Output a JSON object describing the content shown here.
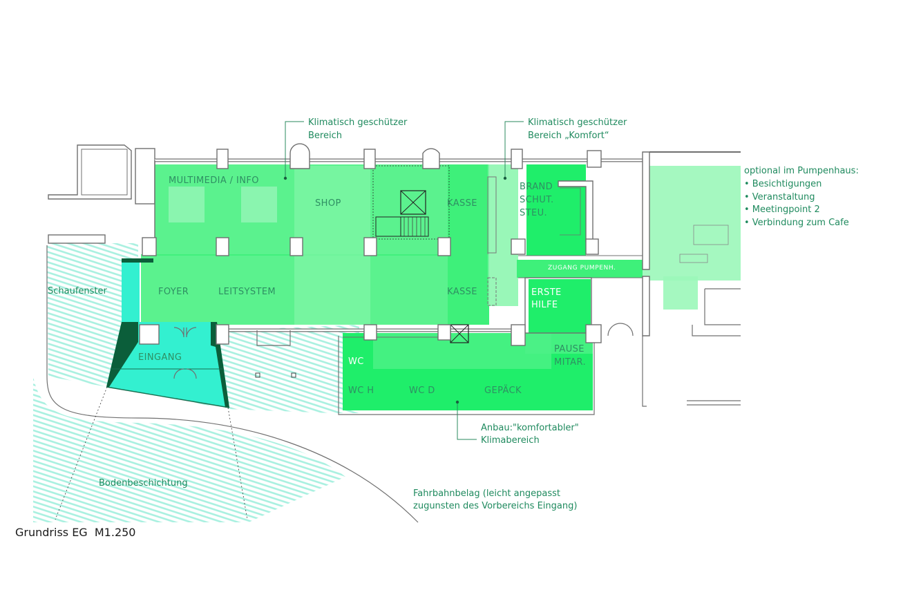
{
  "colors": {
    "climate_zone": "#3ef07a",
    "climate_zone_light": "#7ff5a6",
    "comfort_zone": "#1fee6a",
    "entrance": "#33f0d0",
    "entrance_dark": "#0b5e3a",
    "hatch": "#a8f0e0",
    "label": "#2f8f63",
    "wall": "#6f6f6f"
  },
  "rooms": {
    "multimedia": "MULTIMEDIA / INFO",
    "shop": "SHOP",
    "kasse_top": "KASSE",
    "kasse_bottom": "KASSE",
    "brand_1": "BRAND",
    "brand_2": "SCHUT.",
    "brand_3": "STEU.",
    "foyer": "FOYER",
    "leitsystem": "LEITSYSTEM",
    "zugang": "ZUGANG PUMPENH.",
    "erste_1": "ERSTE",
    "erste_2": "HILFE",
    "eingang": "EINGANG",
    "wc": "WC",
    "wch": "WC H",
    "wcd": "WC D",
    "gepaeck": "GEPÄCK",
    "pause_1": "PAUSE",
    "pause_2": "MITAR."
  },
  "annotations": {
    "climate_1_line1": "Klimatisch geschützer",
    "climate_1_line2": "Bereich",
    "climate_2_line1": "Klimatisch geschützer",
    "climate_2_line2": "Bereich „Komfort“",
    "pump_title": "optional im Pumpenhaus:",
    "pump_items": [
      "• Besichtigungen",
      "• Veranstaltung",
      "• Meetingpoint 2",
      "• Verbindung zum Cafe"
    ],
    "schaufenster": "Schaufenster",
    "bodenbeschichtung": "Bodenbeschichtung",
    "anbau_line1": "Anbau:\"komfortabler\"",
    "anbau_line2": "Klimabereich",
    "fahrbahn_line1": "Fahrbahnbelag (leicht angepasst",
    "fahrbahn_line2": "zugunsten des Vorbereichs Eingang)"
  },
  "caption": "Grundriss EG  M1.250"
}
